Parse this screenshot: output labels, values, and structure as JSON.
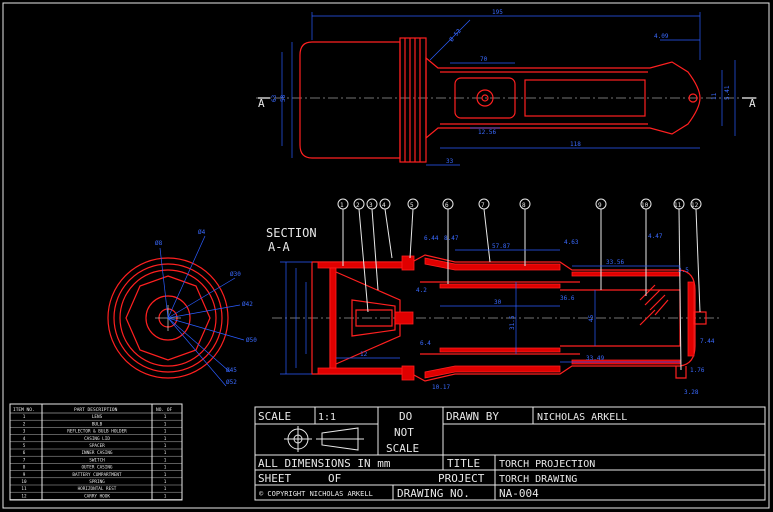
{
  "section_label": [
    "SECTION",
    "A-A"
  ],
  "section_marker": "A",
  "balloons": [
    "1",
    "2",
    "3",
    "4",
    "5",
    "6",
    "7",
    "8",
    "9",
    "10",
    "11",
    "12"
  ],
  "dims_top": {
    "overall": "195",
    "top_right": "4.09",
    "a": "70",
    "b": "12.56",
    "c": "11",
    "d": "5.41",
    "e": "118",
    "f": "33",
    "g": "58",
    "h": "63",
    "dia": "Ø 52"
  },
  "dims_section": [
    "6.44",
    "8.47",
    "57.87",
    "4.63",
    "4.47",
    "3.5",
    "33.56",
    "36.6",
    "4.2",
    "30",
    "31.5",
    "45",
    "33.49",
    "6.4",
    "7.44",
    "1.76",
    "3.28",
    "10.17",
    "12"
  ],
  "dims_circle": [
    "Ø8",
    "Ø4",
    "Ø30",
    "Ø42",
    "Ø50",
    "Ø45",
    "Ø52"
  ],
  "parts_table": {
    "headers": [
      "ITEM NO.",
      "PART DESCRIPTION",
      "NO. OF"
    ],
    "rows": [
      [
        "1",
        "LENS",
        "1"
      ],
      [
        "2",
        "BULB",
        "1"
      ],
      [
        "3",
        "REFLECTOR & BULB HOLDER",
        "1"
      ],
      [
        "4",
        "CASING LID",
        "1"
      ],
      [
        "5",
        "SPACER",
        "1"
      ],
      [
        "6",
        "INNER CASING",
        "1"
      ],
      [
        "7",
        "SWITCH",
        "1"
      ],
      [
        "8",
        "OUTER CASING",
        "1"
      ],
      [
        "9",
        "BATTERY COMPARTMENT",
        "1"
      ],
      [
        "10",
        "SPRING",
        "1"
      ],
      [
        "11",
        "HORIZONTAL REST",
        "1"
      ],
      [
        "12",
        "CARRY HOOK",
        "1"
      ]
    ]
  },
  "title_block": {
    "scale_label": "SCALE",
    "scale_value": "1:1",
    "do_not_scale": [
      "DO",
      "NOT",
      "SCALE"
    ],
    "drawn_by_label": "DRAWN BY",
    "drawn_by_value": "NICHOLAS ARKELL",
    "all_dims": "ALL DIMENSIONS IN mm",
    "title_label": "TITLE",
    "title_value": "TORCH PROJECTION",
    "sheet_label": "SHEET",
    "sheet_of": "OF",
    "project_label": "PROJECT",
    "project_value": "TORCH DRAWING",
    "copyright": "© COPYRIGHT NICHOLAS ARKELL",
    "drawing_no_label": "DRAWING NO.",
    "drawing_no_value": "NA-004"
  }
}
